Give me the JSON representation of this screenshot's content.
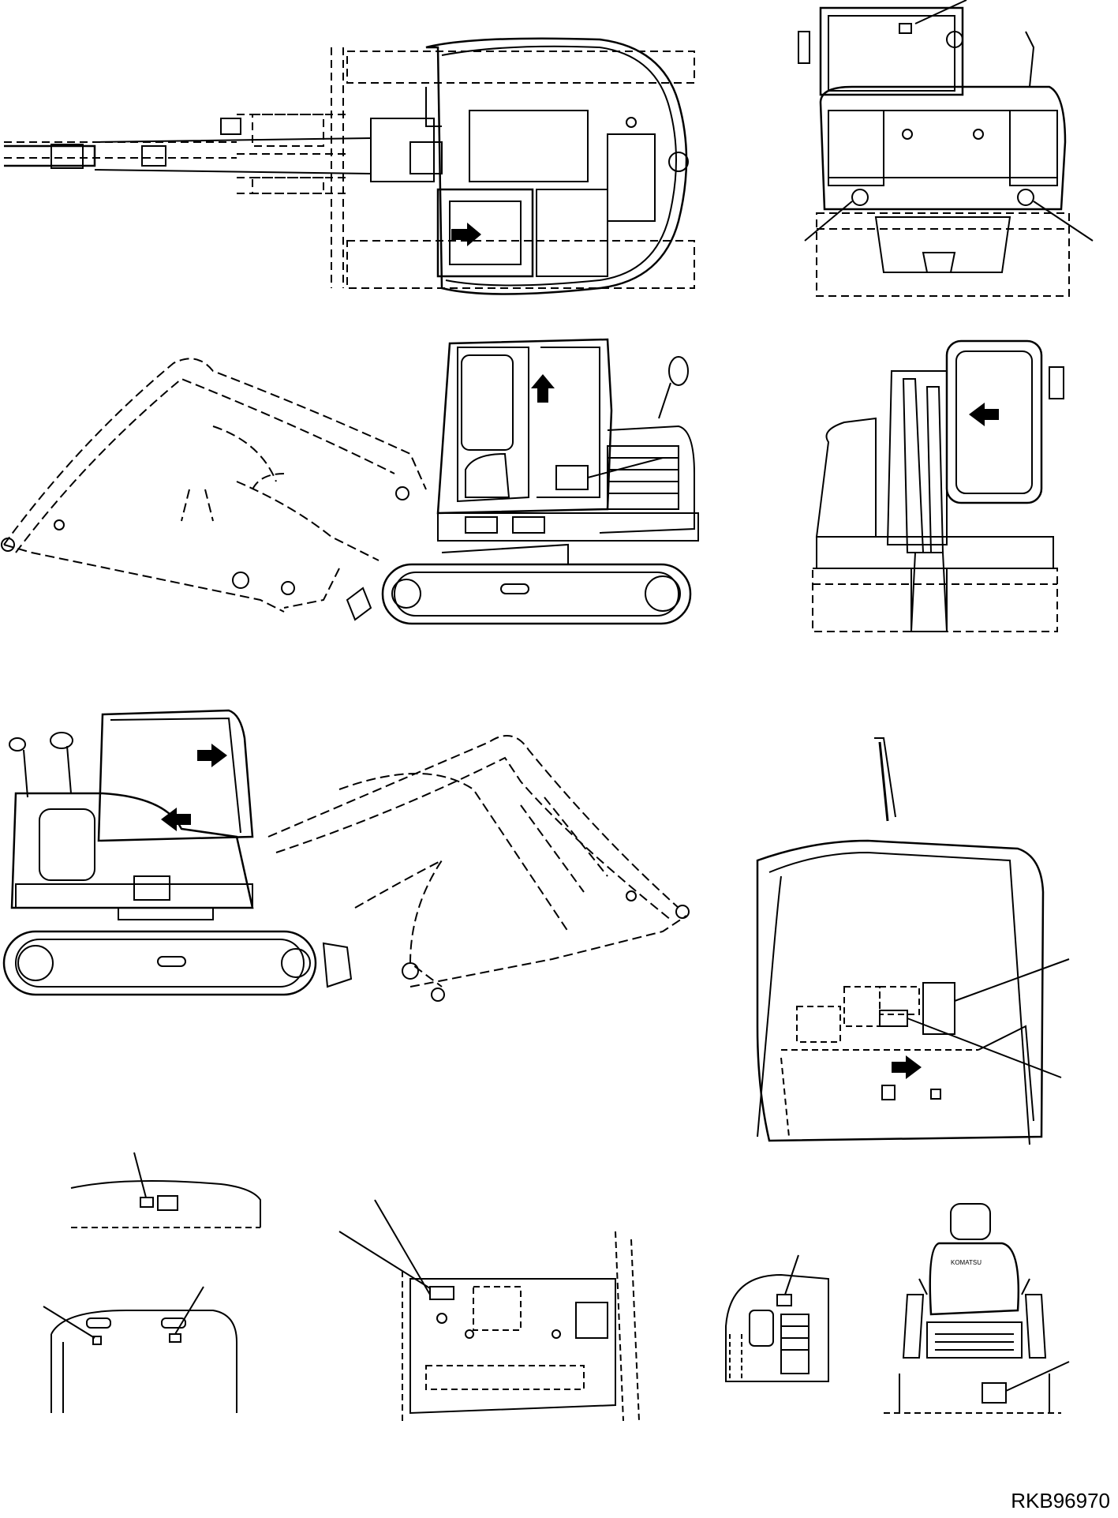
{
  "figure": {
    "drawing_code": "RKB96970",
    "line_color": "#000000",
    "background_color": "#ffffff",
    "arrow_color": "#000000"
  },
  "views": [
    "top-view",
    "rear-view",
    "left-side-view",
    "front-view",
    "right-side-view",
    "cab-interior-view",
    "detail-roof-label",
    "detail-dash-labels",
    "detail-panel-label",
    "detail-control-valve-label",
    "detail-seat-label"
  ]
}
